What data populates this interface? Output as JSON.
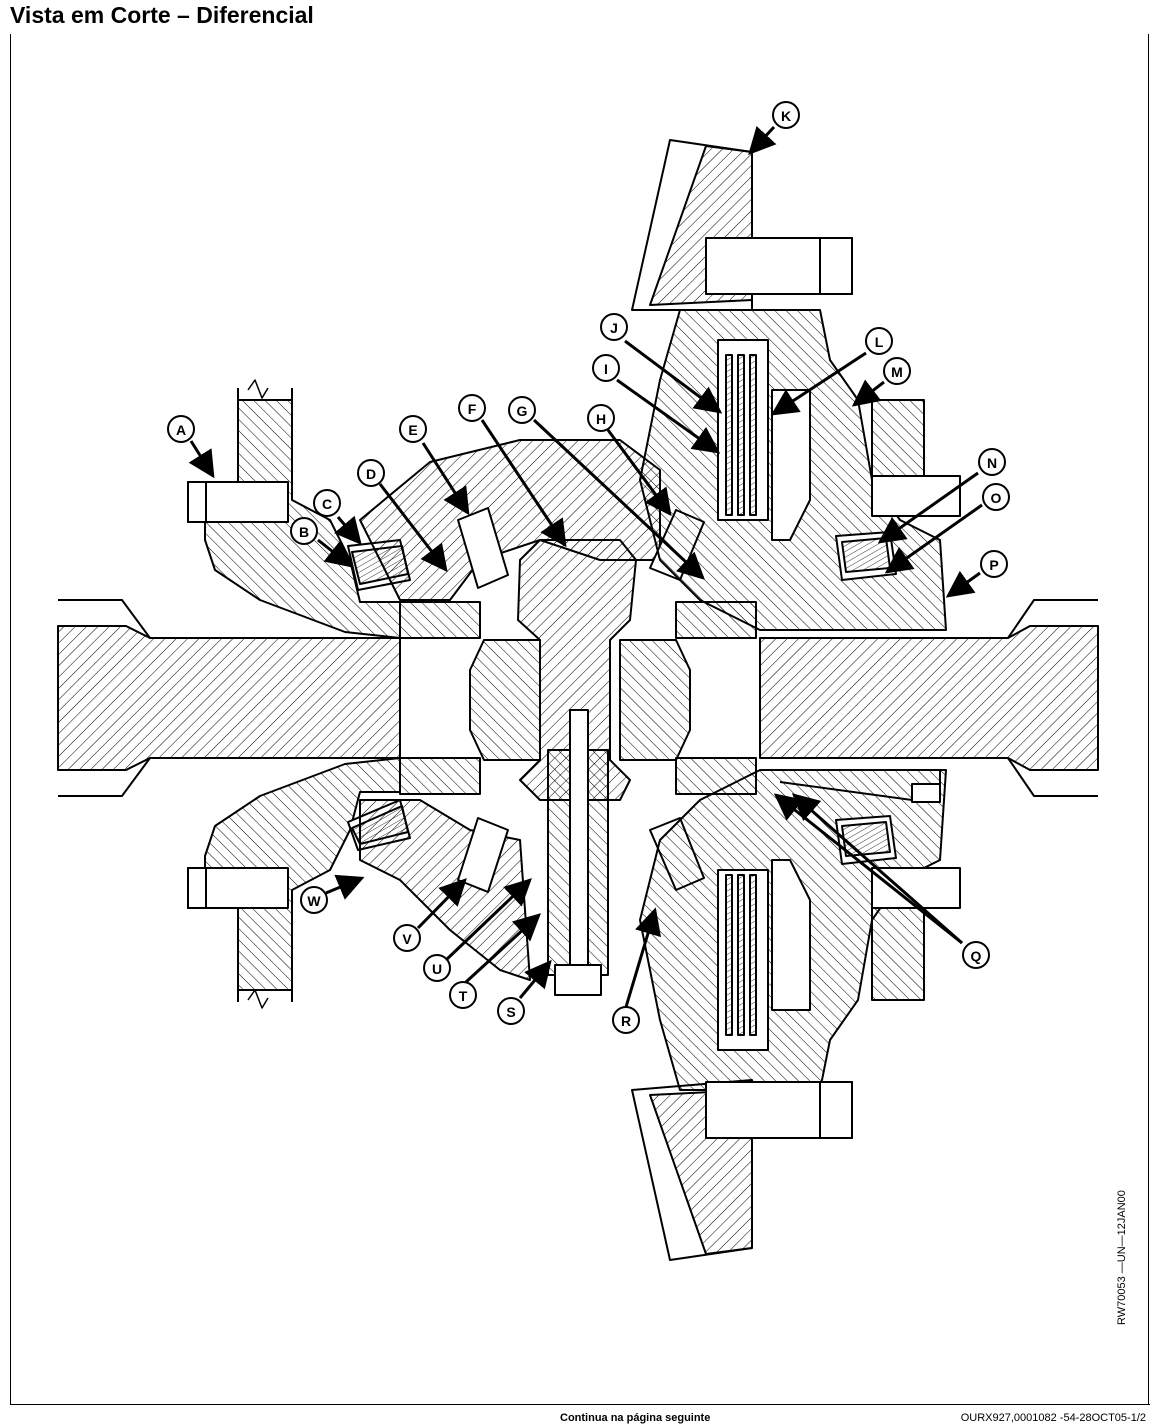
{
  "page": {
    "title": "Vista em Corte – Diferencial",
    "figure_code": "RW70053 —UN—12JAN00",
    "footer_continue": "Continua na página seguinte",
    "footer_ref": "OURX927,0001082 -54-28OCT05-1/2"
  },
  "callouts": [
    "A",
    "B",
    "C",
    "D",
    "E",
    "F",
    "G",
    "H",
    "I",
    "J",
    "K",
    "L",
    "M",
    "N",
    "O",
    "P",
    "Q",
    "R",
    "S",
    "T",
    "U",
    "V",
    "W"
  ],
  "colors": {
    "ink": "#000000",
    "paper": "#ffffff"
  }
}
